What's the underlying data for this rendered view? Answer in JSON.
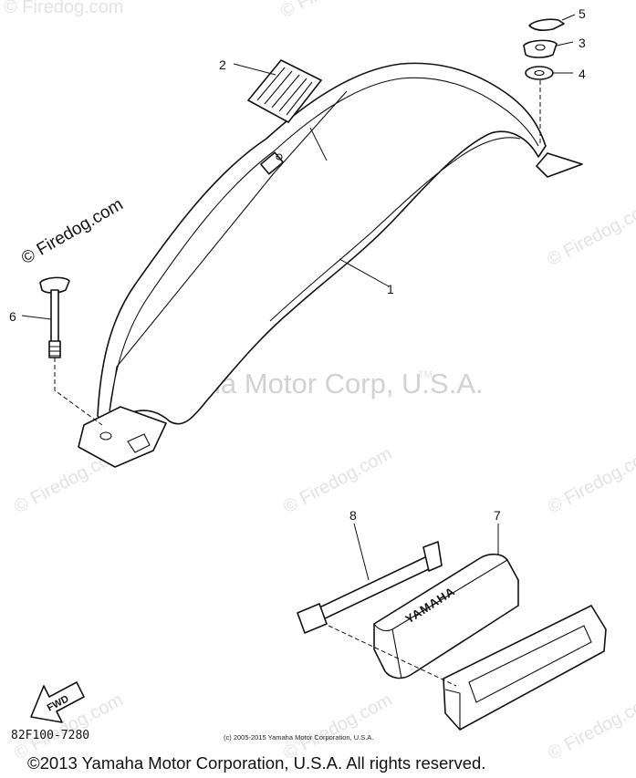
{
  "watermarks": {
    "site": "© Firedog.com",
    "site_diagonal": "© Firedog.com",
    "maker": "Yamaha Motor Corp, U.S.A.",
    "tm": "TM"
  },
  "callouts": [
    "1",
    "2",
    "3",
    "4",
    "5",
    "6",
    "7",
    "8"
  ],
  "fwd_arrow_label": "FWD",
  "battery_marking": "YAMAHA",
  "diagram_code": "82F100-7280",
  "small_copyright": "(c) 2005-2015 Yamaha Motor Corporation, U.S.A.",
  "footer_copyright": "©2013 Yamaha Motor Corporation, U.S.A. All rights reserved.",
  "colors": {
    "ink": "#111111",
    "watermark": "#d2d2d2",
    "background": "#ffffff"
  }
}
